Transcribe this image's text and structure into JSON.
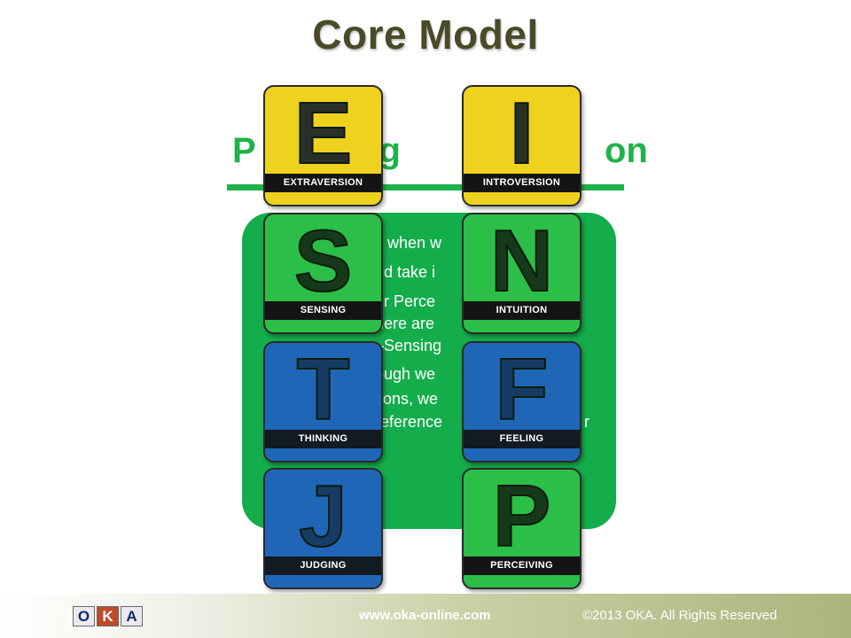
{
  "slide": {
    "title": "Core Model",
    "subtitle_left": "P",
    "subtitle_mid": "ing",
    "subtitle_right": "on"
  },
  "panel": {
    "lines": [
      "s when w",
      "nd take i",
      "ur Perce",
      "here are",
      "–Sensing",
      "ough we",
      "tions, we",
      "reference",
      "r"
    ]
  },
  "cards": [
    {
      "letter": "E",
      "label": "EXTRAVERSION",
      "color": "yellow"
    },
    {
      "letter": "I",
      "label": "INTROVERSION",
      "color": "yellow"
    },
    {
      "letter": "S",
      "label": "SENSING",
      "color": "green"
    },
    {
      "letter": "N",
      "label": "INTUITION",
      "color": "green"
    },
    {
      "letter": "T",
      "label": "THINKING",
      "color": "blue"
    },
    {
      "letter": "F",
      "label": "FEELING",
      "color": "blue"
    },
    {
      "letter": "J",
      "label": "JUDGING",
      "color": "blue"
    },
    {
      "letter": "P",
      "label": "PERCEIVING",
      "color": "green"
    }
  ],
  "footer": {
    "logo_letters": [
      "O",
      "K",
      "A"
    ],
    "url": "www.oka-online.com",
    "copyright": "©2013 OKA. All Rights Reserved"
  },
  "colors": {
    "title": "#4a4a28",
    "accent_green": "#1fb24a",
    "card_yellow": "#efd21e",
    "card_green": "#2bbf48",
    "card_blue": "#1f67b6"
  }
}
